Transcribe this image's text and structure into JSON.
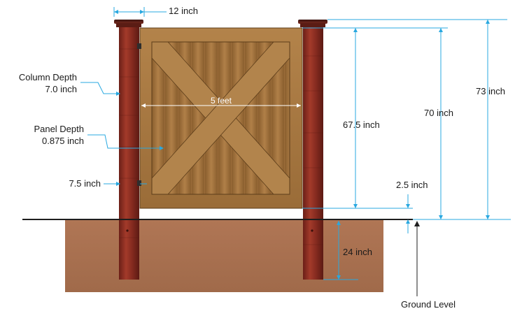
{
  "labels": {
    "post_width": "12 inch",
    "column_depth_line1": "Column Depth",
    "column_depth_line2": "7.0 inch",
    "panel_depth_line1": "Panel Depth",
    "panel_depth_line2": "0.875 inch",
    "rail_height": "7.5 inch",
    "gate_width": "5 feet",
    "gate_height": "67.5 inch",
    "post_above_ground": "70 inch",
    "post_total_height": "73 inch",
    "ground_gap": "2.5 inch",
    "post_depth_in_ground": "24 inch",
    "ground_level": "Ground Level"
  },
  "colors": {
    "dimension_line": "#29a8e0",
    "post_red": "#8e2e22",
    "gate_wood": "#a87942",
    "soil": "#a86f4e",
    "ground_line": "#1e1e1e"
  }
}
